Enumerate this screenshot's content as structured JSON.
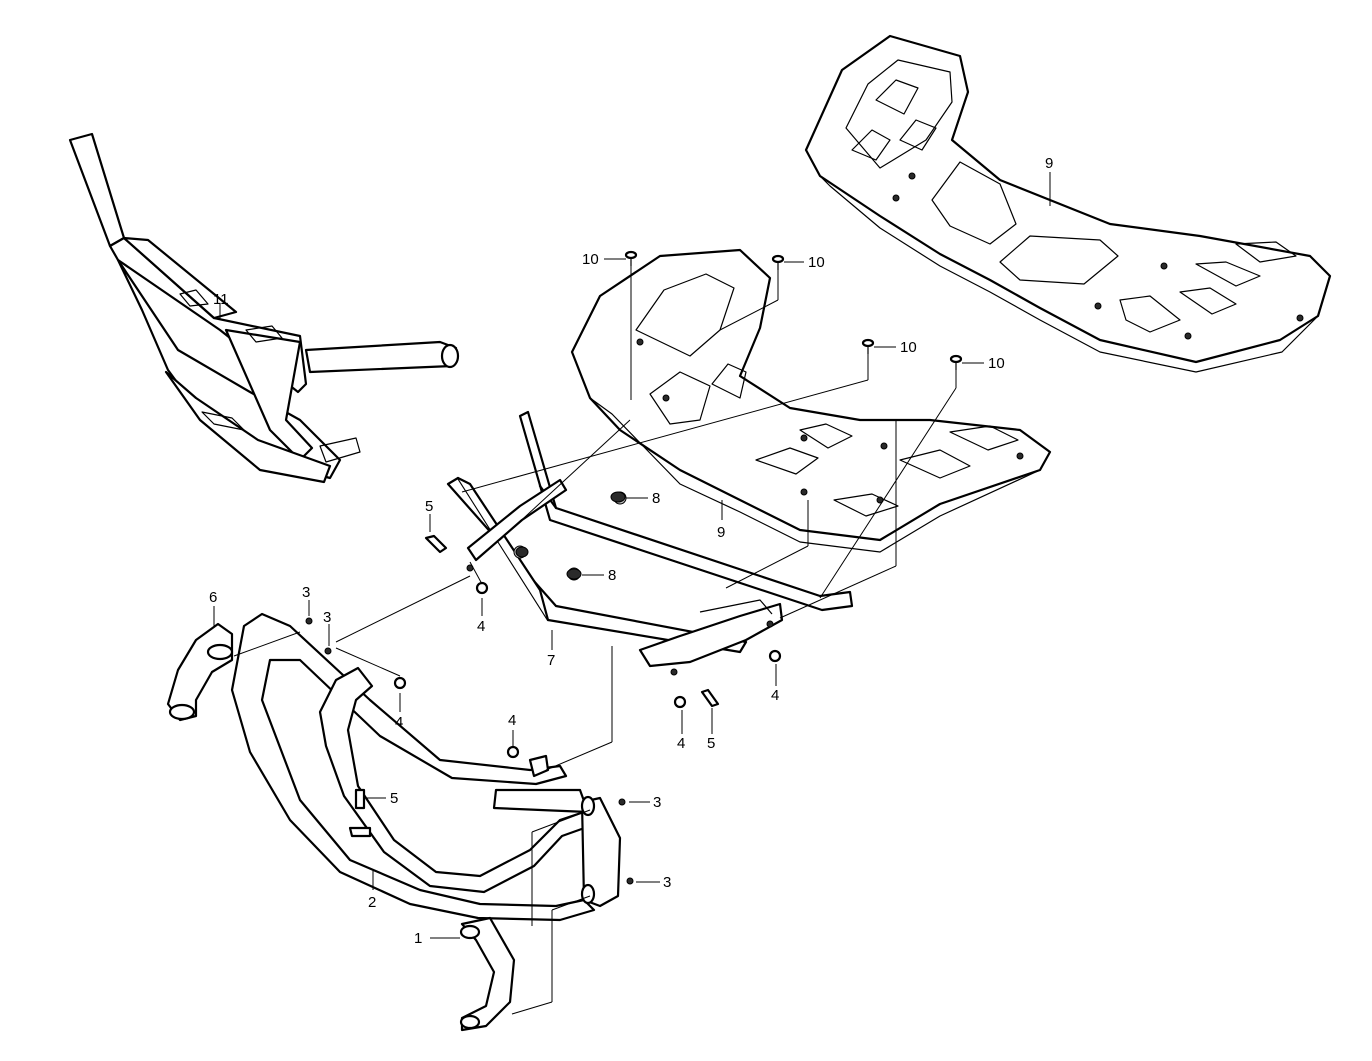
{
  "callouts": {
    "c1": "1",
    "c2": "2",
    "c3a": "3",
    "c3b": "3",
    "c3c": "3",
    "c3d": "3",
    "c4a": "4",
    "c4b": "4",
    "c4c": "4",
    "c4d": "4",
    "c4e": "4",
    "c5a": "5",
    "c5b": "5",
    "c5c": "5",
    "c6": "6",
    "c7": "7",
    "c8a": "8",
    "c8b": "8",
    "c9a": "9",
    "c9b": "9",
    "c10a": "10",
    "c10b": "10",
    "c10c": "10",
    "c10d": "10",
    "c11": "11"
  }
}
